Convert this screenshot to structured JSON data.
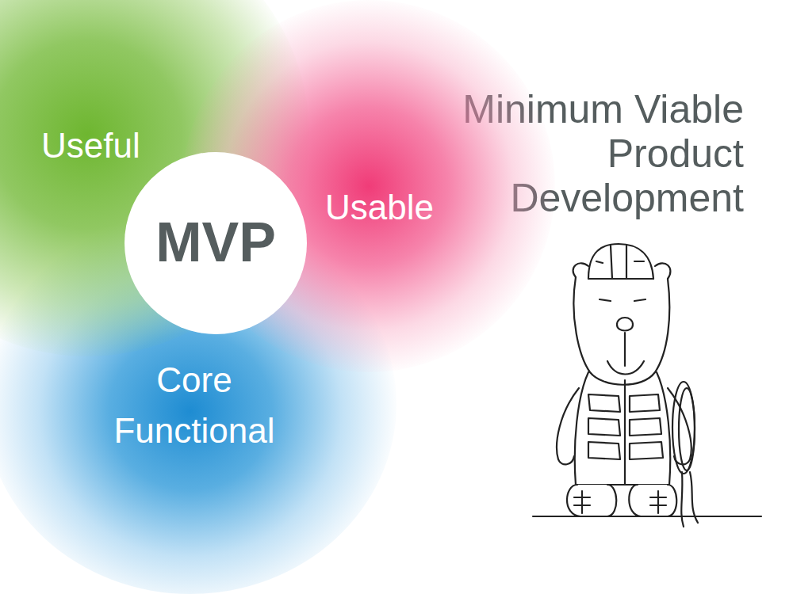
{
  "diagram": {
    "title": "Minimum Viable Product Development",
    "nodes": [
      {
        "text": [
          "Useful"
        ]
      },
      {
        "text": [
          "Usable"
        ]
      },
      {
        "text": [
          "MVP"
        ]
      },
      {
        "text": [
          "Core Functional"
        ]
      }
    ]
  }
}
